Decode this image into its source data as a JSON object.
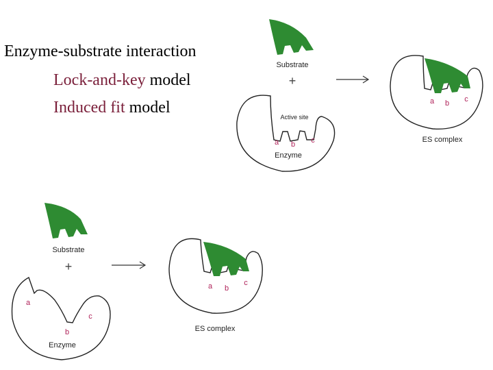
{
  "title": {
    "line1": "Enzyme-substrate interaction",
    "line2_highlight": "Lock-and-key",
    "line2_rest": " model",
    "line3_highlight": "Induced fit",
    "line3_rest": " model"
  },
  "diagram1": {
    "substrate_label": "Substrate",
    "plus": "+",
    "active_site_label": "Active site",
    "site_a": "a",
    "site_b": "b",
    "site_c": "c",
    "enzyme_label": "Enzyme",
    "product_label": "ES complex",
    "product_a": "a",
    "product_b": "b",
    "product_c": "c"
  },
  "diagram2": {
    "substrate_label": "Substrate",
    "plus": "+",
    "site_a": "a",
    "site_b": "b",
    "site_c": "c",
    "enzyme_label": "Enzyme",
    "product_label": "ES complex",
    "product_a": "a",
    "product_b": "b",
    "product_c": "c"
  },
  "colors": {
    "substrate_green": "#2e8b32",
    "site_letter": "#b0235a",
    "highlight_text": "#7a1f3a"
  }
}
